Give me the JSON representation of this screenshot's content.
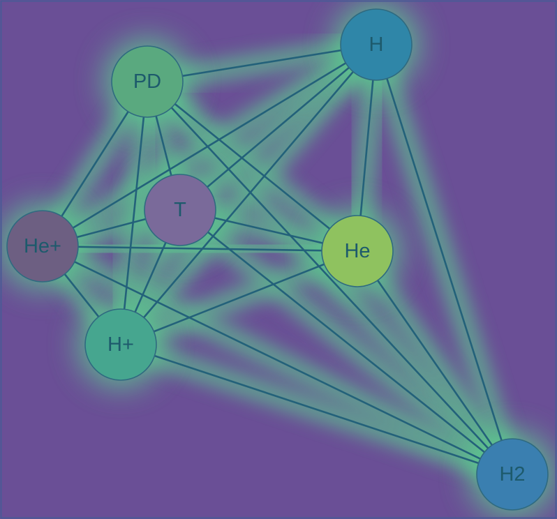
{
  "diagram": {
    "background_color": "#6a4f96",
    "glow_color": "#5bd18e",
    "edge_color": "#23617a",
    "nodes": [
      {
        "id": "PD",
        "label": "PD",
        "color": "#5aa97f"
      },
      {
        "id": "H",
        "label": "H",
        "color": "#2f86a8"
      },
      {
        "id": "T",
        "label": "T",
        "color": "#7a6a9a"
      },
      {
        "id": "He+",
        "label": "He+",
        "color": "#6d5f82"
      },
      {
        "id": "He",
        "label": "He",
        "color": "#8fc25f"
      },
      {
        "id": "H+",
        "label": "H+",
        "color": "#46a68f"
      },
      {
        "id": "H2",
        "label": "H2",
        "color": "#3a7fb0"
      }
    ],
    "edges": [
      [
        "PD",
        "H"
      ],
      [
        "PD",
        "T"
      ],
      [
        "PD",
        "He+"
      ],
      [
        "PD",
        "He"
      ],
      [
        "PD",
        "H+"
      ],
      [
        "PD",
        "H2"
      ],
      [
        "H",
        "T"
      ],
      [
        "H",
        "He+"
      ],
      [
        "H",
        "He"
      ],
      [
        "H",
        "H+"
      ],
      [
        "H",
        "H2"
      ],
      [
        "T",
        "He+"
      ],
      [
        "T",
        "He"
      ],
      [
        "T",
        "H+"
      ],
      [
        "T",
        "H2"
      ],
      [
        "He+",
        "He"
      ],
      [
        "He+",
        "H+"
      ],
      [
        "He+",
        "H2"
      ],
      [
        "He",
        "H+"
      ],
      [
        "He",
        "H2"
      ],
      [
        "H+",
        "H2"
      ]
    ]
  }
}
